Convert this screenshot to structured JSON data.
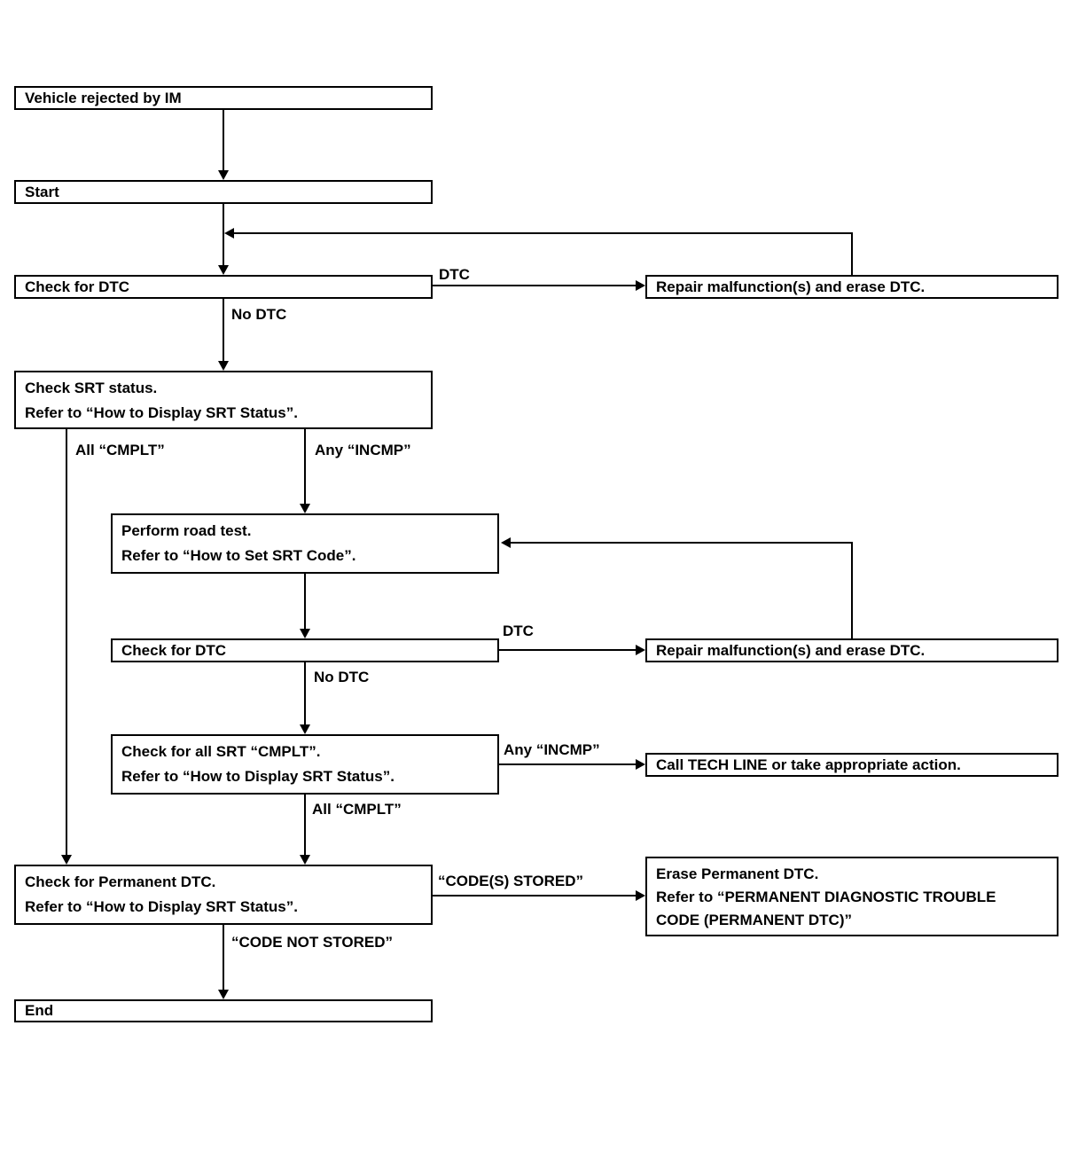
{
  "flowchart": {
    "colors": {
      "line": "#000000",
      "text": "#000000",
      "background": "#ffffff"
    },
    "nodes": {
      "vehicle_rejected": {
        "label": "Vehicle rejected by IM"
      },
      "start": {
        "label": "Start"
      },
      "check_dtc_1": {
        "label": "Check for DTC"
      },
      "repair_erase_1": {
        "label": "Repair malfunction(s) and erase DTC."
      },
      "check_srt_status": {
        "lines": [
          "Check SRT status.",
          "Refer to “How to Display SRT Status”."
        ]
      },
      "perform_road_test": {
        "lines": [
          "Perform road test.",
          "Refer to “How to Set SRT Code”."
        ]
      },
      "check_dtc_2": {
        "label": "Check for DTC"
      },
      "repair_erase_2": {
        "label": "Repair malfunction(s) and erase DTC."
      },
      "check_all_srt_cmplt": {
        "lines": [
          "Check for all SRT “CMPLT”.",
          "Refer to “How to Display SRT Status”."
        ]
      },
      "call_tech_line": {
        "label": "Call TECH LINE or take appropriate action."
      },
      "check_permanent_dtc": {
        "lines": [
          "Check for Permanent DTC.",
          "Refer to “How to Display SRT Status”."
        ]
      },
      "erase_permanent_dtc": {
        "lines": [
          "Erase Permanent DTC.",
          "Refer to “PERMANENT DIAGNOSTIC TROUBLE",
          "CODE (PERMANENT DTC)”"
        ]
      },
      "end": {
        "label": "End"
      }
    },
    "edge_labels": {
      "dtc_1": "DTC",
      "no_dtc_1": "No DTC",
      "all_cmplt_1": "All “CMPLT”",
      "any_incmp_1": "Any “INCMP”",
      "dtc_2": "DTC",
      "no_dtc_2": "No DTC",
      "any_incmp_2": "Any “INCMP”",
      "all_cmplt_2": "All “CMPLT”",
      "codes_stored": "“CODE(S) STORED”",
      "code_not_stored": "“CODE NOT STORED”"
    }
  }
}
